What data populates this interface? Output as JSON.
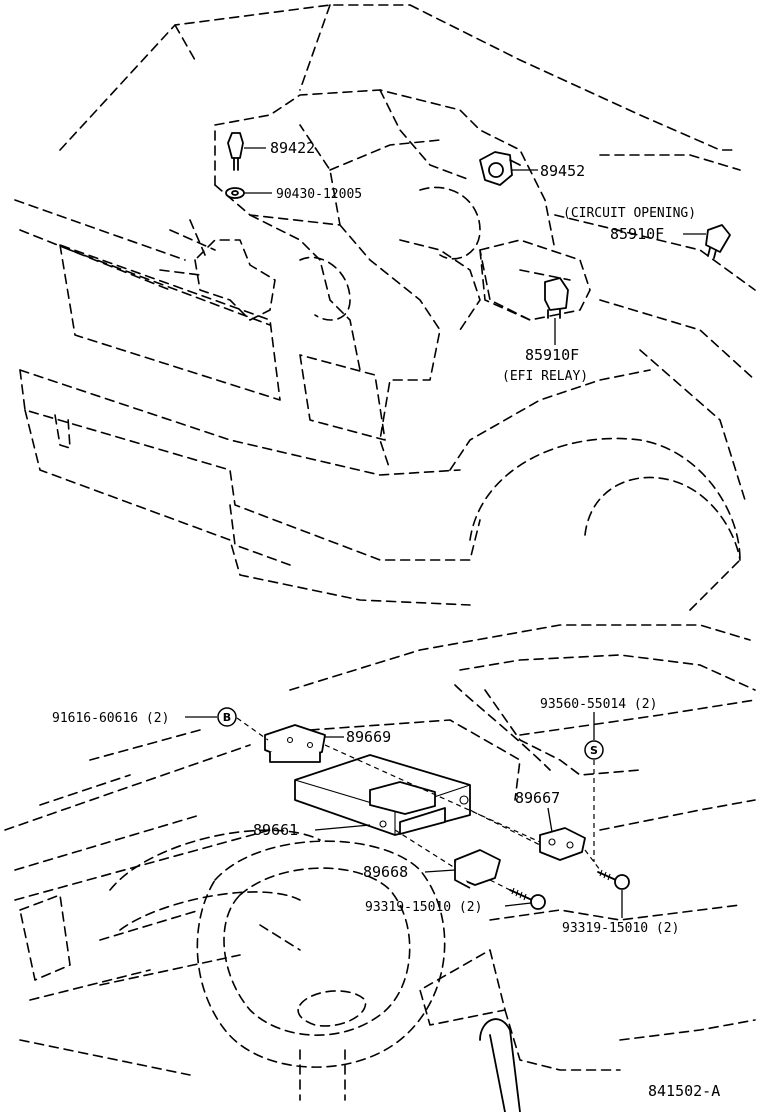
{
  "diagram_id": "841502-A",
  "labels": {
    "p89422": "89422",
    "p90430": "90430-12005",
    "p89452": "89452",
    "circuit_opening": "(CIRCUIT OPENING)",
    "p85910f_top": "85910F",
    "p85910f_efi": "85910F",
    "efi_relay": "(EFI RELAY)",
    "p91616": "91616-60616 (2)",
    "mark_b": "B",
    "p89669": "89669",
    "p93560": "93560-55014 (2)",
    "mark_s": "S",
    "p89667": "89667",
    "p89661": "89661",
    "p89668": "89668",
    "p93319_left": "93319-15010 (2)",
    "p93319_right": "93319-15010 (2)"
  }
}
